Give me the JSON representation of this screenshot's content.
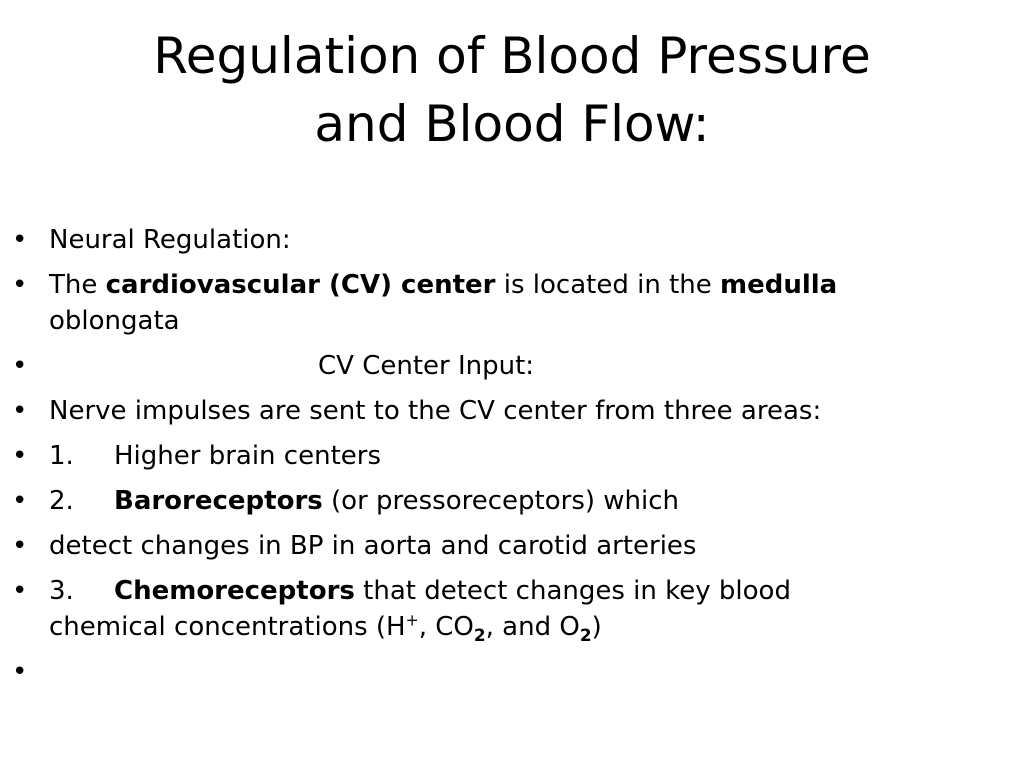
{
  "slide": {
    "title_line1": "Regulation of Blood Pressure",
    "title_line2": "and Blood Flow:",
    "bullet_char": "•",
    "items": [
      {
        "text": "Neural Regulation:"
      },
      {
        "pre": "The ",
        "bold1": "cardiovascular (CV) center",
        "mid": " is located in the ",
        "bold2": "medulla",
        "line2": "oblongata"
      },
      {
        "text": "CV Center Input:"
      },
      {
        "text": "Nerve impulses are sent to the CV center from three areas:"
      },
      {
        "num": "1.",
        "text": "Higher brain centers"
      },
      {
        "num": "2.",
        "bold": "Baroreceptors",
        "rest": " (or pressoreceptors) which"
      },
      {
        "text": "detect changes in BP in aorta and carotid arteries"
      },
      {
        "num": "3.",
        "bold": "Chemoreceptors",
        "rest": " that detect changes in key blood",
        "line2_a": "chemical concentrations (H",
        "sup": "+",
        "line2_b": ", CO",
        "sub1": "2",
        "line2_c": ", and O",
        "sub2": "2",
        "line2_d": ")"
      },
      {
        "text": ""
      }
    ]
  }
}
